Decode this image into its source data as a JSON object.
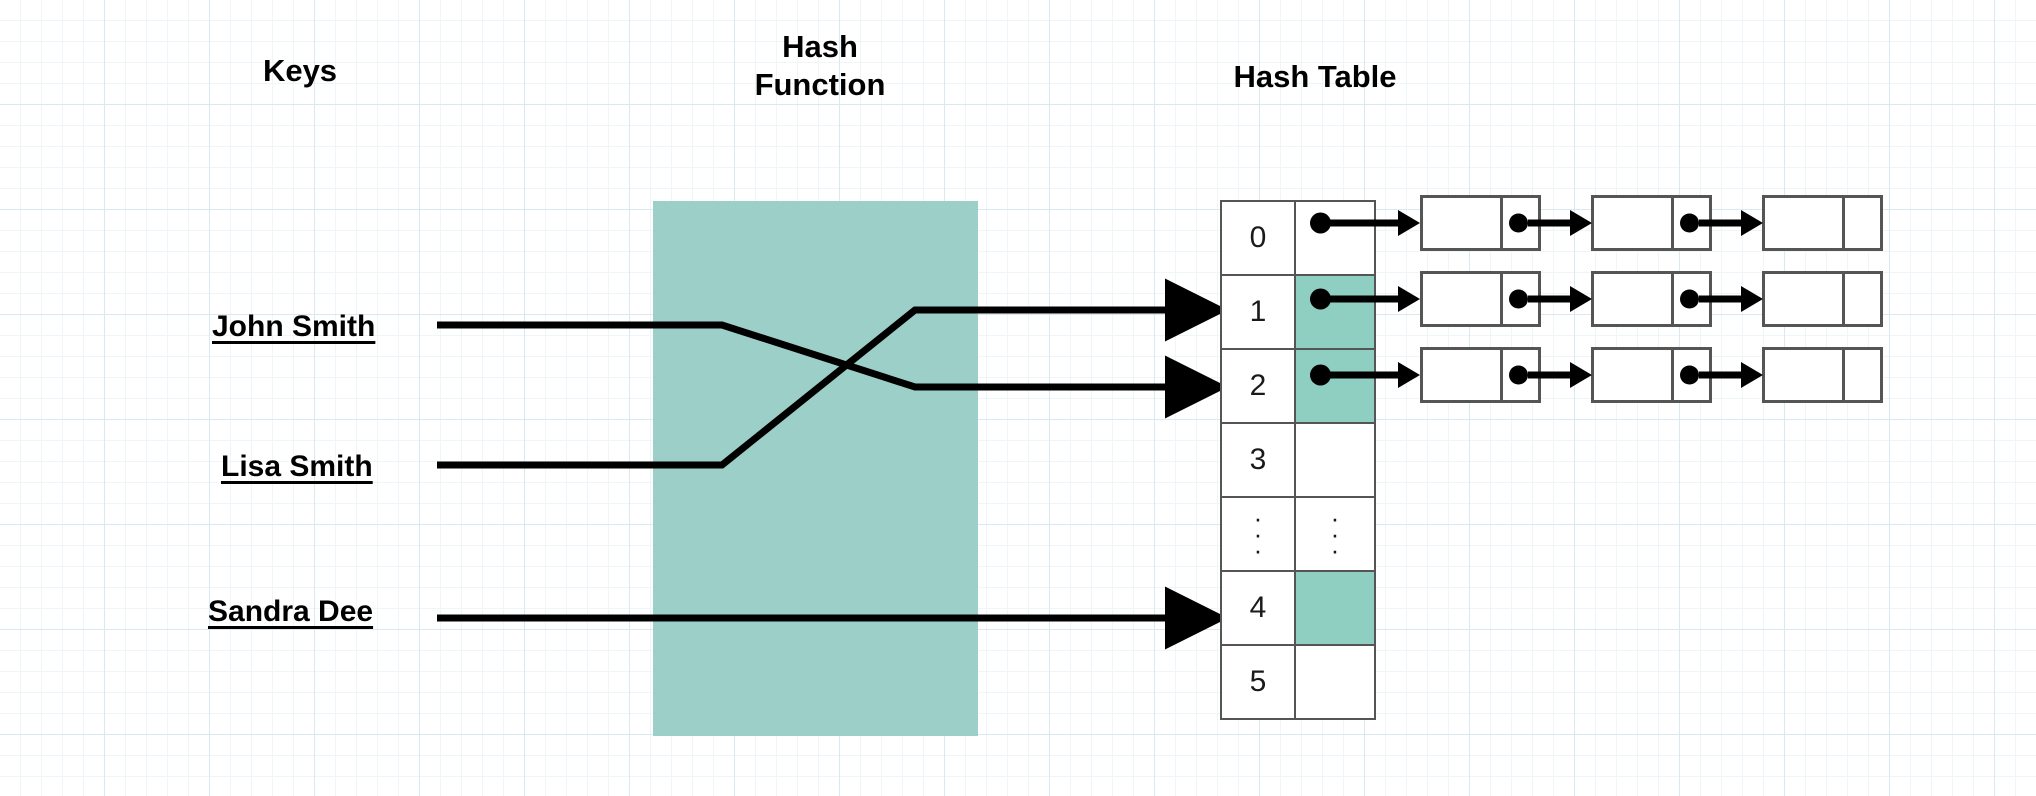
{
  "headings": {
    "keys": "Keys",
    "hash_function": "Hash\nFunction",
    "hash_table": "Hash Table"
  },
  "keys": [
    {
      "label": "John Smith",
      "maps_to_slot": "2"
    },
    {
      "label": "Lisa Smith",
      "maps_to_slot": "1"
    },
    {
      "label": "Sandra Dee",
      "maps_to_slot": "4"
    }
  ],
  "hash_table": {
    "rows": [
      {
        "index": "0",
        "filled": false,
        "has_chain": true
      },
      {
        "index": "1",
        "filled": true,
        "has_chain": true
      },
      {
        "index": "2",
        "filled": true,
        "has_chain": true
      },
      {
        "index": "3",
        "filled": false,
        "has_chain": false
      },
      {
        "index": "⋮",
        "filled": false,
        "has_chain": false,
        "is_ellipsis": true
      },
      {
        "index": "4",
        "filled": true,
        "has_chain": false
      },
      {
        "index": "5",
        "filled": false,
        "has_chain": false
      }
    ]
  },
  "chains": [
    {
      "slot": "0",
      "nodes": [
        {
          "value": "",
          "has_pointer": true
        },
        {
          "value": "",
          "has_pointer": true
        },
        {
          "value": "",
          "has_pointer": false
        }
      ]
    },
    {
      "slot": "1",
      "nodes": [
        {
          "value": "",
          "has_pointer": true
        },
        {
          "value": "",
          "has_pointer": true
        },
        {
          "value": "",
          "has_pointer": false
        }
      ]
    },
    {
      "slot": "2",
      "nodes": [
        {
          "value": "",
          "has_pointer": true
        },
        {
          "value": "",
          "has_pointer": true
        },
        {
          "value": "",
          "has_pointer": false
        }
      ]
    }
  ],
  "colors": {
    "accent_teal": "#8ecfc2",
    "hash_box_teal": "#9ccfc8",
    "border_gray": "#555555",
    "ink_black": "#000000",
    "grid_line": "#d9e9ef"
  },
  "ellipsis_glyph": "·"
}
